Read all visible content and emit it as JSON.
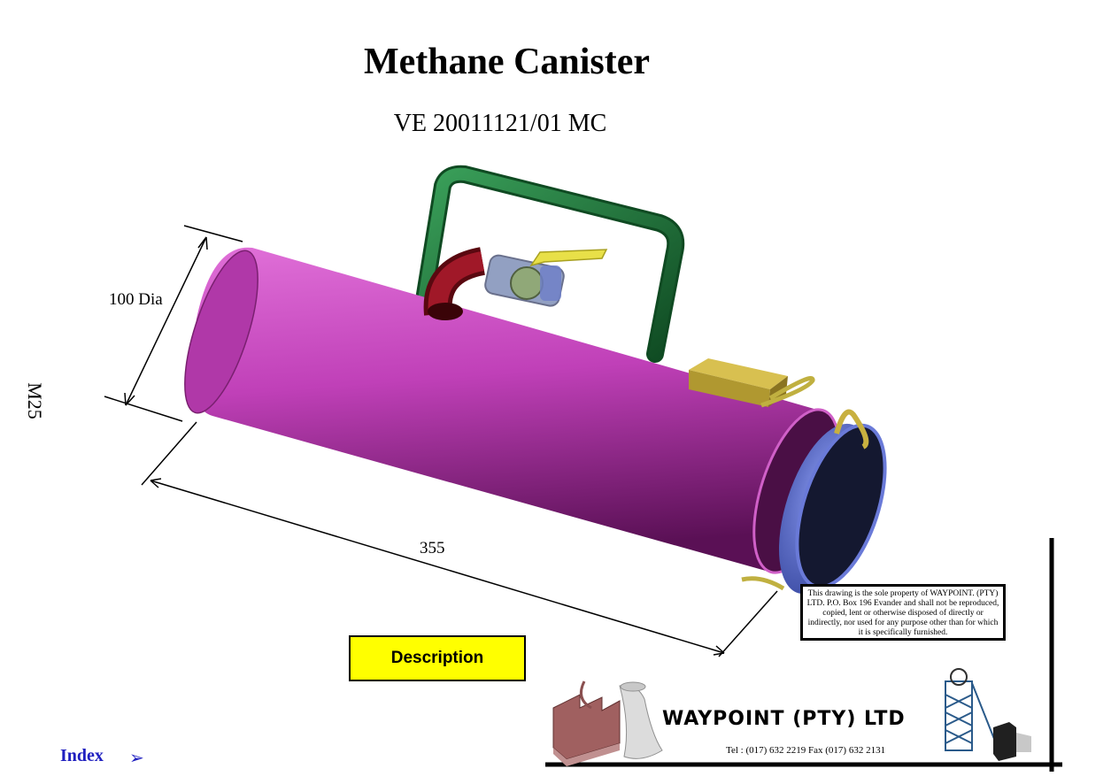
{
  "header": {
    "title": "Methane Canister",
    "subtitle": "VE 20011121/01 MC"
  },
  "side_label": "M25",
  "dimensions": {
    "diameter": "100 Dia",
    "length": "355"
  },
  "notice_text": "This  drawing is the sole property of WAYPOINT. (PTY) LTD. P.O. Box 196 Evander and shall not be reproduced, copied, lent or otherwise disposed of directly or indirectly, nor used for any purpose other than for which it is specifically furnished.",
  "description_button": "Description",
  "company": {
    "name": "WAYPOINT (PTY) LTD",
    "contact": "Tel : (017) 632 2219    Fax (017) 632 2131"
  },
  "navigation": {
    "index_label": "Index",
    "index_icon": "arrow-right-icon"
  },
  "colors": {
    "canister": "#c040b8",
    "handle": "#1f7a3a",
    "elbow": "#8a1020",
    "valve_lever": "#e0e040",
    "lid": "#6a7ad8",
    "lid_face": "#1a1a3a",
    "clip": "#c8b040",
    "button": "#ffff00",
    "link": "#2020c0"
  }
}
